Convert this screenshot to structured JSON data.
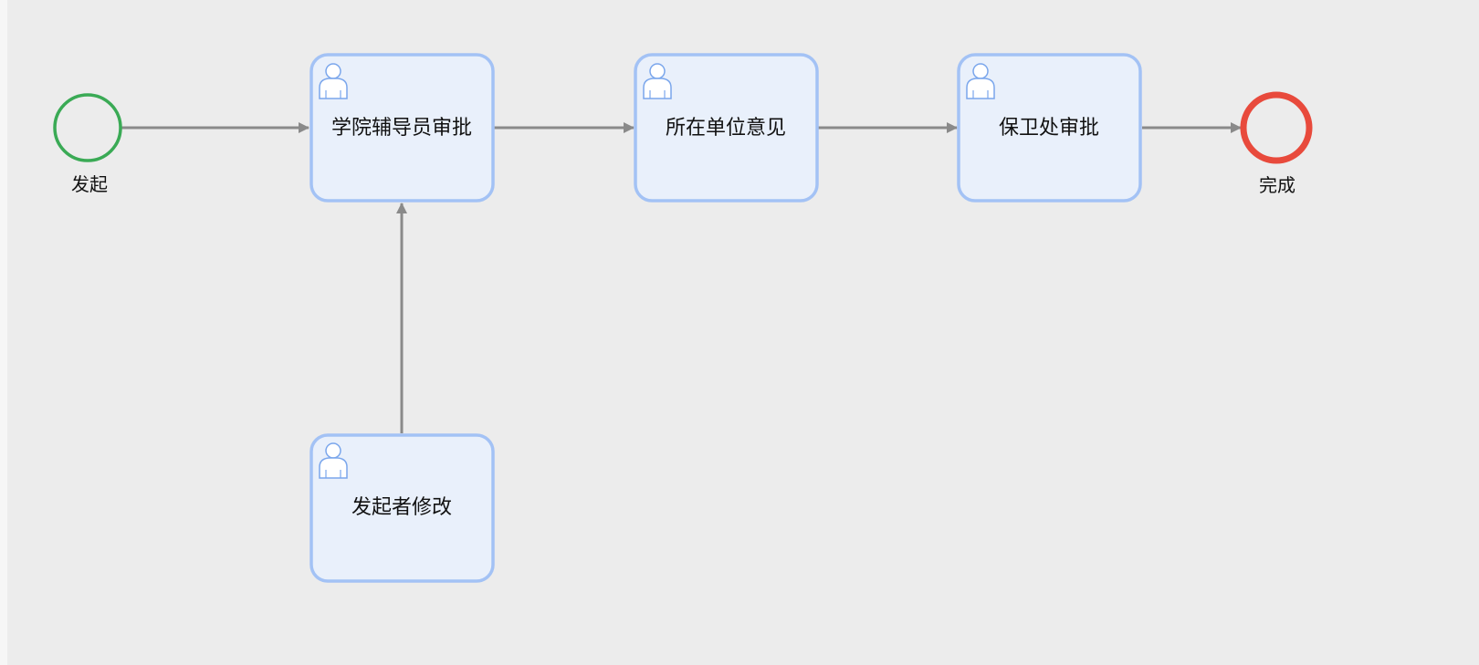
{
  "diagram": {
    "start_event": {
      "label": "发起",
      "color": "#3aaa55"
    },
    "end_event": {
      "label": "完成",
      "color": "#e84a3c"
    },
    "tasks": [
      {
        "id": "task-counselor",
        "label": "学院辅导员审批",
        "icon": "user-icon"
      },
      {
        "id": "task-unit",
        "label": "所在单位意见",
        "icon": "user-icon"
      },
      {
        "id": "task-security",
        "label": "保卫处审批",
        "icon": "user-icon"
      },
      {
        "id": "task-modify",
        "label": "发起者修改",
        "icon": "user-icon"
      }
    ],
    "flows": [
      {
        "from": "start",
        "to": "task-counselor"
      },
      {
        "from": "task-counselor",
        "to": "task-unit"
      },
      {
        "from": "task-unit",
        "to": "task-security"
      },
      {
        "from": "task-security",
        "to": "end"
      },
      {
        "from": "task-modify",
        "to": "task-counselor"
      }
    ],
    "colors": {
      "task_fill": "#e9f0fb",
      "task_stroke": "#a3c2f5",
      "icon_stroke": "#7aa6ec",
      "flow_stroke": "#8a8a8a",
      "background": "#ececec"
    }
  }
}
